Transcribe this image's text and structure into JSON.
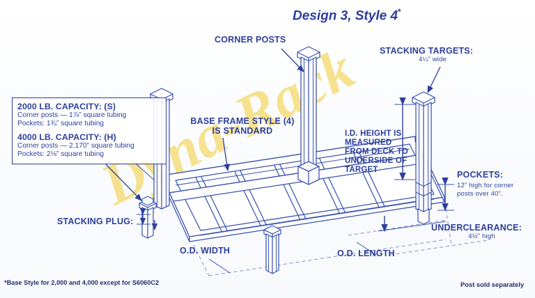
{
  "title": {
    "text": "Design 3, Style 4",
    "asterisk": "*"
  },
  "watermark": {
    "text": "Dyna-Rack",
    "color": "#f3d24a"
  },
  "theme": {
    "ink": "#2c3f9c",
    "line": "#3a52b0",
    "footnote": "#24306e",
    "background": "#ffffff"
  },
  "spec_box": {
    "groups": [
      {
        "heading": "2000 LB. CAPACITY: (S)",
        "lines": [
          {
            "label": "Corner posts",
            "dash": "—",
            "value": "1",
            "fraction": "7⁄8",
            "unit": "” square tubing",
            "full": "Corner posts — 1⅞” square tubing"
          },
          {
            "label": "Pockets:",
            "value": "1",
            "fraction": "3⁄4",
            "unit": "” square tubing",
            "full": "Pockets: 1¾” square tubing"
          }
        ]
      },
      {
        "heading": "4000 LB. CAPACITY: (H)",
        "lines": [
          {
            "label": "Corner posts",
            "dash": "—",
            "value": "2.170",
            "fraction": "",
            "unit": "” square tubing",
            "full": "Corner posts — 2.170” square tubing"
          },
          {
            "label": "Pockets:",
            "value": "2",
            "fraction": "1⁄8",
            "unit": "” square tubing",
            "full": "Pockets: 2⅛” square tubing"
          }
        ]
      }
    ]
  },
  "callouts": {
    "corner_posts": {
      "label": "CORNER POSTS"
    },
    "stacking_targets": {
      "label": "STACKING TARGETS:",
      "detail": "4¼” wide"
    },
    "base_frame": {
      "line1": "BASE FRAME STYLE (4)",
      "line2": "IS STANDARD"
    },
    "id_height": {
      "lines": [
        "I.D. HEIGHT IS",
        "MEASURED",
        "FROM DECK TO",
        "UNDERSIDE OF",
        "TARGET"
      ]
    },
    "pockets": {
      "label": "POCKETS:",
      "detail1": "12” high for corner",
      "detail2": "posts over 40”."
    },
    "underclearance": {
      "label": "UNDERCLEARANCE:",
      "detail": "4½” high"
    },
    "stacking_plug": {
      "label": "STACKING PLUG:"
    },
    "od_width": {
      "label": "O.D. WIDTH"
    },
    "od_length": {
      "label": "O.D. LENGTH"
    }
  },
  "footnotes": {
    "left": "*Base Style for 2,000 and 4,000 except for S6060C2",
    "right": "Post sold separately"
  }
}
